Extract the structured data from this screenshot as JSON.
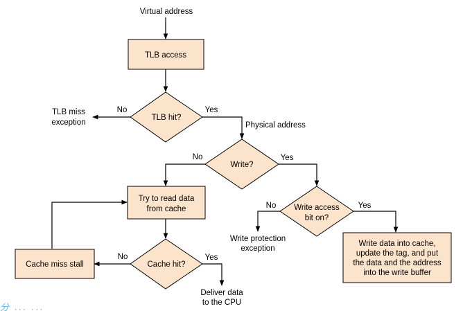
{
  "nodes": {
    "virtual_address": "Virtual address",
    "tlb_access": "TLB access",
    "tlb_hit": "TLB hit?",
    "tlb_miss_exception": [
      "TLB miss",
      "exception"
    ],
    "physical_address": "Physical address",
    "write": "Write?",
    "try_read": [
      "Try to read data",
      "from cache"
    ],
    "write_access": [
      "Write access",
      "bit on?"
    ],
    "write_protection_exception": [
      "Write protection",
      "exception"
    ],
    "write_data": [
      "Write data into cache,",
      "update the tag, and put",
      "the data and the address",
      "into the write buffer"
    ],
    "cache_miss_stall": "Cache miss stall",
    "cache_hit": "Cache hit?",
    "deliver_data": [
      "Deliver data",
      "to the CPU"
    ]
  },
  "edges": {
    "yes": "Yes",
    "no": "No"
  },
  "watermark": "分 ... ..."
}
